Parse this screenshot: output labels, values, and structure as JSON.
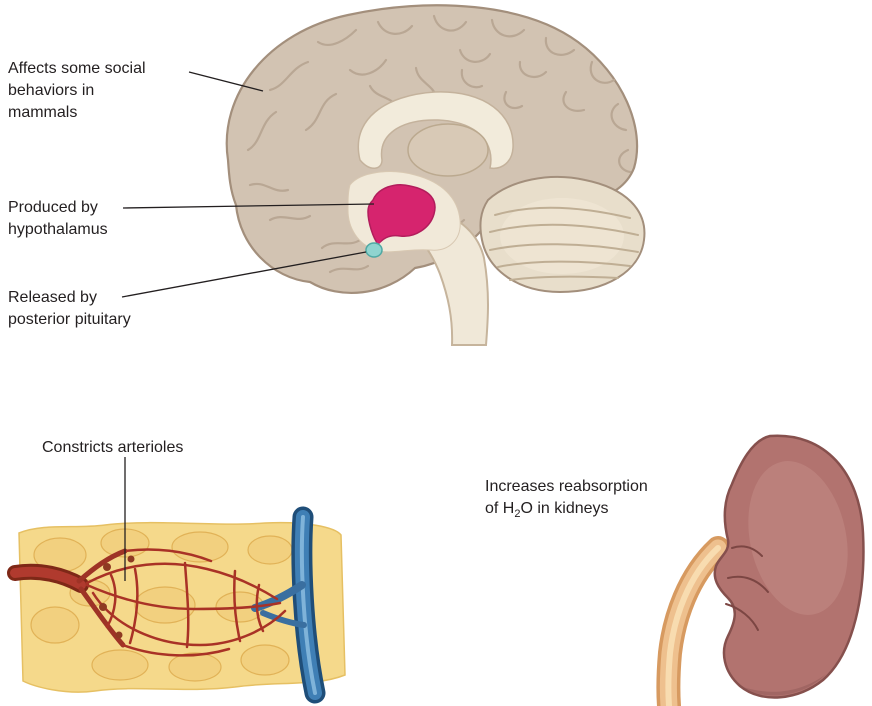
{
  "figure": {
    "kind": "hormone-effects-diagram",
    "background": "#ffffff",
    "text_color": "#231f20"
  },
  "labels": {
    "social": {
      "line1": "Affects some social",
      "line2": "behaviors in",
      "line3": "mammals"
    },
    "hypothalamus": {
      "line1": "Produced by",
      "line2": "hypothalamus"
    },
    "pituitary": {
      "line1": "Released by",
      "line2": "posterior pituitary"
    },
    "arterioles": {
      "line1": "Constricts arterioles"
    },
    "kidney": {
      "line1": "Increases reabsorption",
      "line2_prefix": "of H",
      "line2_sub": "2",
      "line2_suffix": "O in kidneys"
    }
  },
  "colors": {
    "cortex_tan": "#d2c3b2",
    "hypothalamus_pink": "#d6246e",
    "pituitary_teal": "#8fd4cf",
    "tissue_yellow": "#f5d98b",
    "artery_red": "#b03a2e",
    "vein_blue": "#3f7fb5",
    "kidney_body": "#b2736f",
    "ureter_orange": "#eec08e"
  },
  "illustrations": {
    "brain": "mid-sagittal brain with hypothalamus and posterior pituitary highlighted",
    "capillary_bed": "capillary bed between arteriole and venule in tissue",
    "kidney": "kidney with ureter"
  }
}
